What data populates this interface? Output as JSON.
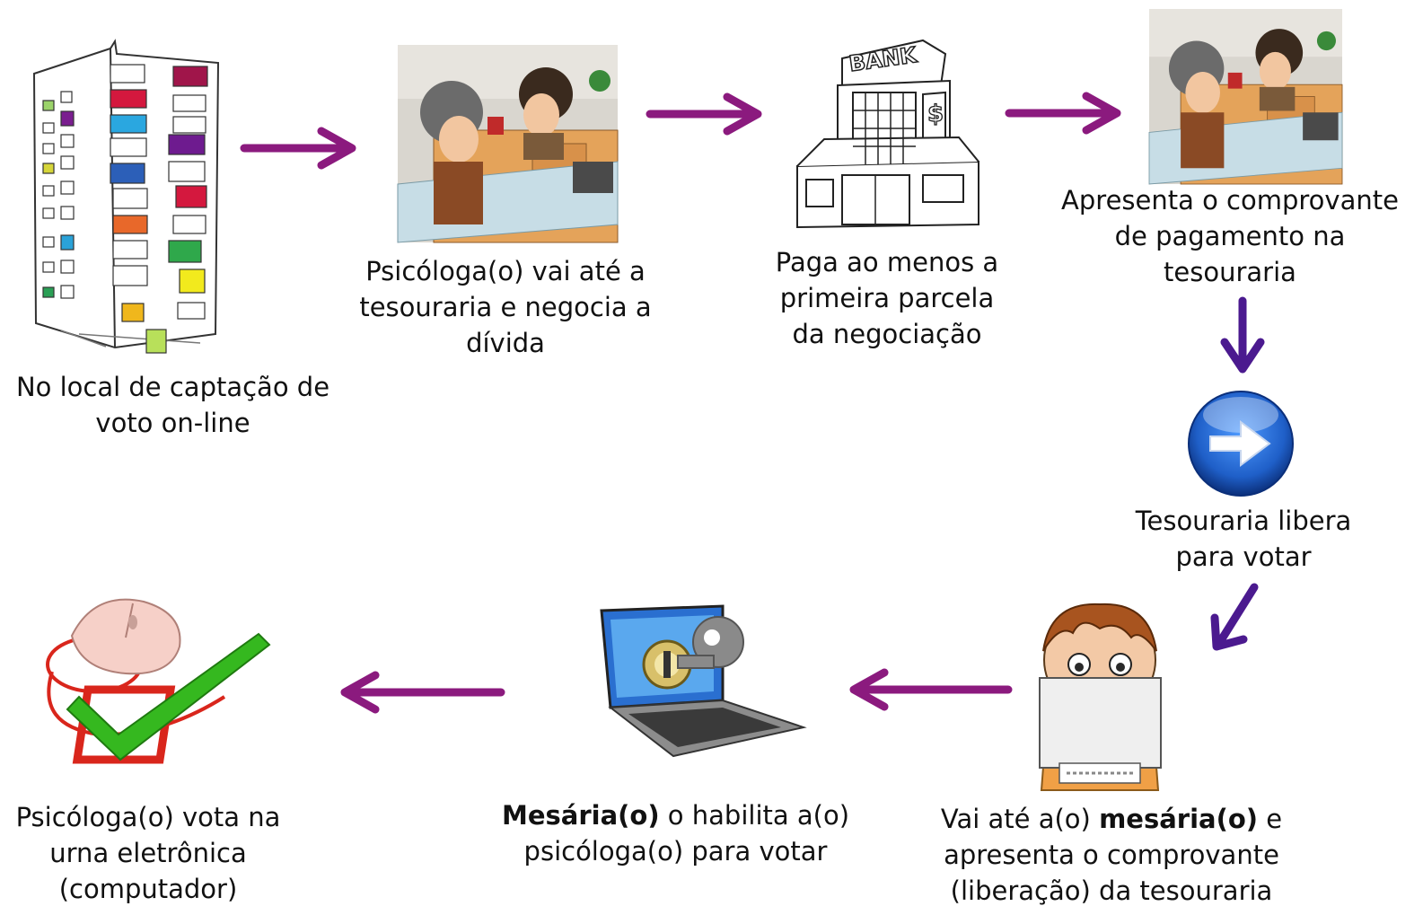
{
  "steps": [
    {
      "id": "step1",
      "icon": "office-building-icon",
      "caption": [
        "No local de captação de",
        "voto on-line"
      ]
    },
    {
      "id": "step2",
      "icon": "treasury-counter-icon",
      "caption": [
        "Psicóloga(o) vai até a",
        "tesouraria e negocia a",
        "dívida"
      ]
    },
    {
      "id": "step3",
      "icon": "bank-icon",
      "bank_sign": "BANK",
      "caption": [
        "Paga ao menos a",
        "primeira parcela",
        "da negociação"
      ]
    },
    {
      "id": "step4",
      "icon": "treasury-counter-icon",
      "caption": [
        "Apresenta o comprovante",
        "de pagamento na",
        "tesouraria"
      ]
    },
    {
      "id": "step5",
      "icon": "forward-arrow-button-icon",
      "caption": [
        "Tesouraria libera",
        "para votar"
      ]
    },
    {
      "id": "step6",
      "icon": "person-laptop-icon",
      "caption_line1_prefix": "Vai até a(o) ",
      "caption_line1_bold": "mesária(o)",
      "caption_line1_suffix": " e",
      "caption": [
        "apresenta o comprovante",
        "(liberação) da tesouraria"
      ]
    },
    {
      "id": "step7",
      "icon": "laptop-key-icon",
      "caption_line1_bold": "Mesária(o)",
      "caption_line1_suffix": " o habilita a(o)",
      "caption": [
        "psicóloga(o) para votar"
      ]
    },
    {
      "id": "step8",
      "icon": "mouse-checkmark-icon",
      "caption": [
        "Psicóloga(o) vota na",
        "urna eletrônica",
        "(computador)"
      ]
    }
  ],
  "colors": {
    "arrow_purple": "#8B1A7E",
    "arrow_darkpurple": "#4B1A8F",
    "text": "#111111",
    "check_green": "#35B81F",
    "box_red": "#D9261C",
    "button_blue": "#1F5FC8"
  }
}
